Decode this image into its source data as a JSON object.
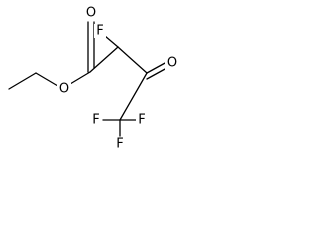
{
  "molecule": {
    "atoms": {
      "ester_o_carbonyl": "O",
      "ester_o_single": "O",
      "alpha_f": "F",
      "ketone_o": "O",
      "cf3_f_left": "F",
      "cf3_f_bottom": "F",
      "cf3_f_right": "F"
    }
  }
}
